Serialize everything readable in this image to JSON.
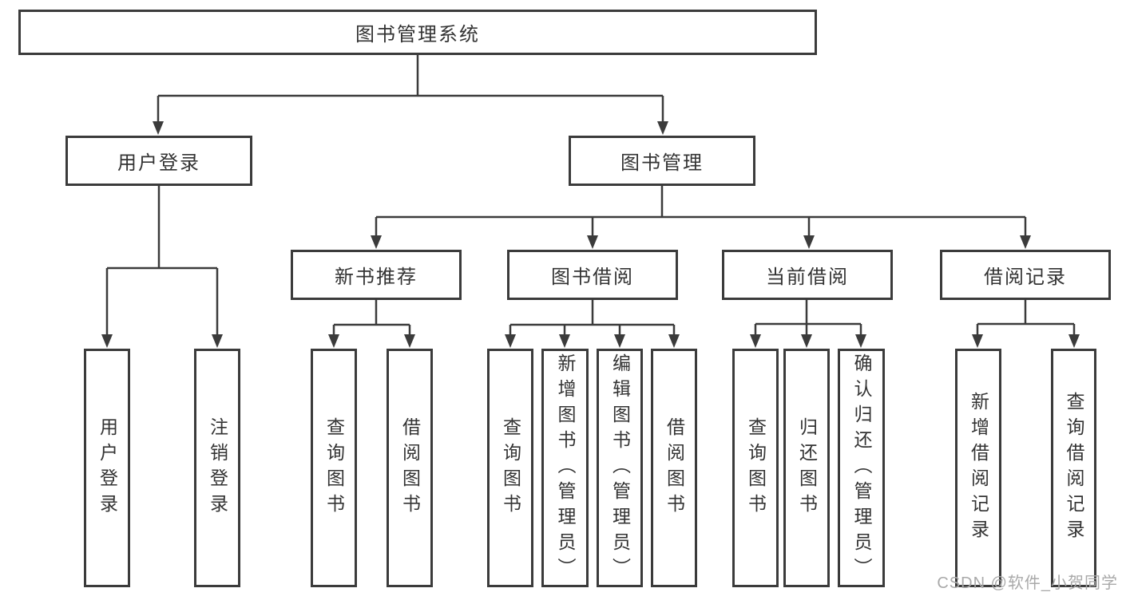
{
  "colors": {
    "line": "#3b3b3b",
    "box_border": "#3b3b3b",
    "text": "#333333",
    "watermark": "#a9a9a9",
    "background": "#ffffff"
  },
  "watermark": {
    "text": "CSDN @软件_小贺同学"
  },
  "tree": {
    "label": "图书管理系统",
    "children": [
      {
        "label": "用户登录",
        "children": [
          {
            "label": "用户登录"
          },
          {
            "label": "注销登录"
          }
        ]
      },
      {
        "label": "图书管理",
        "children": [
          {
            "label": "新书推荐",
            "children": [
              {
                "label": "查询图书"
              },
              {
                "label": "借阅图书"
              }
            ]
          },
          {
            "label": "图书借阅",
            "children": [
              {
                "label": "查询图书"
              },
              {
                "label": "新增图书（管理员）"
              },
              {
                "label": "编辑图书（管理员）"
              },
              {
                "label": "借阅图书"
              }
            ]
          },
          {
            "label": "当前借阅",
            "children": [
              {
                "label": "查询图书"
              },
              {
                "label": "归还图书"
              },
              {
                "label": "确认归还（管理员）"
              }
            ]
          },
          {
            "label": "借阅记录",
            "children": [
              {
                "label": "新增借阅记录"
              },
              {
                "label": "查询借阅记录"
              }
            ]
          }
        ]
      }
    ]
  }
}
